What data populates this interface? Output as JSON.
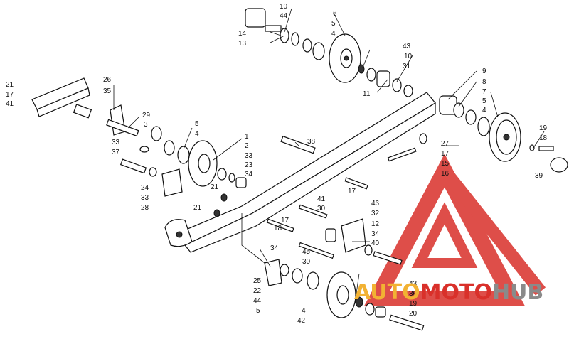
{
  "diagram": {
    "labels": [
      {
        "id": "l10a",
        "text": "10"
      },
      {
        "id": "l44a",
        "text": "44"
      },
      {
        "id": "l6",
        "text": "6"
      },
      {
        "id": "l5a",
        "text": "5"
      },
      {
        "id": "l14",
        "text": "14"
      },
      {
        "id": "l4a",
        "text": "4"
      },
      {
        "id": "l13",
        "text": "13"
      },
      {
        "id": "l43a",
        "text": "43"
      },
      {
        "id": "l10b",
        "text": "10"
      },
      {
        "id": "l31",
        "text": "31"
      },
      {
        "id": "l11",
        "text": "11"
      },
      {
        "id": "l9",
        "text": "9"
      },
      {
        "id": "l8",
        "text": "8"
      },
      {
        "id": "l7",
        "text": "7"
      },
      {
        "id": "l5b",
        "text": "5"
      },
      {
        "id": "l4b",
        "text": "4"
      },
      {
        "id": "l21a",
        "text": "21"
      },
      {
        "id": "l17a",
        "text": "17"
      },
      {
        "id": "l41a",
        "text": "41"
      },
      {
        "id": "l26",
        "text": "26"
      },
      {
        "id": "l35",
        "text": "35"
      },
      {
        "id": "l29",
        "text": "29"
      },
      {
        "id": "l3",
        "text": "3"
      },
      {
        "id": "l5c",
        "text": "5"
      },
      {
        "id": "l4c",
        "text": "4"
      },
      {
        "id": "l1",
        "text": "1"
      },
      {
        "id": "l2",
        "text": "2"
      },
      {
        "id": "l33a",
        "text": "33"
      },
      {
        "id": "l23",
        "text": "23"
      },
      {
        "id": "l34a",
        "text": "34"
      },
      {
        "id": "l33b",
        "text": "33"
      },
      {
        "id": "l37",
        "text": "37"
      },
      {
        "id": "l38",
        "text": "38"
      },
      {
        "id": "l27",
        "text": "27"
      },
      {
        "id": "l17b",
        "text": "17"
      },
      {
        "id": "l15",
        "text": "15"
      },
      {
        "id": "l16",
        "text": "16"
      },
      {
        "id": "l19a",
        "text": "19"
      },
      {
        "id": "l18a",
        "text": "18"
      },
      {
        "id": "l39",
        "text": "39"
      },
      {
        "id": "l24",
        "text": "24"
      },
      {
        "id": "l33c",
        "text": "33"
      },
      {
        "id": "l28",
        "text": "28"
      },
      {
        "id": "l21b",
        "text": "21"
      },
      {
        "id": "l17c",
        "text": "17"
      },
      {
        "id": "l21c",
        "text": "21"
      },
      {
        "id": "l41b",
        "text": "41"
      },
      {
        "id": "l30a",
        "text": "30"
      },
      {
        "id": "l46",
        "text": "46"
      },
      {
        "id": "l32",
        "text": "32"
      },
      {
        "id": "l17d",
        "text": "17"
      },
      {
        "id": "l18b",
        "text": "18"
      },
      {
        "id": "l12",
        "text": "12"
      },
      {
        "id": "l34b",
        "text": "34"
      },
      {
        "id": "l40",
        "text": "40"
      },
      {
        "id": "l34c",
        "text": "34"
      },
      {
        "id": "l45",
        "text": "45"
      },
      {
        "id": "l30b",
        "text": "30"
      },
      {
        "id": "l25",
        "text": "25"
      },
      {
        "id": "l22",
        "text": "22"
      },
      {
        "id": "l44b",
        "text": "44"
      },
      {
        "id": "l5d",
        "text": "5"
      },
      {
        "id": "l43b",
        "text": "43"
      },
      {
        "id": "l36",
        "text": "36"
      },
      {
        "id": "l19b",
        "text": "19"
      },
      {
        "id": "l4d",
        "text": "4"
      },
      {
        "id": "l20",
        "text": "20"
      },
      {
        "id": "l42",
        "text": "42"
      }
    ]
  },
  "watermark": {
    "part1": "AUTO",
    "part2": "MOTO",
    "part3": "HUB",
    "colors": {
      "red": "#d9302a",
      "gray": "#8a8a8a",
      "orange": "#f2b233"
    }
  }
}
